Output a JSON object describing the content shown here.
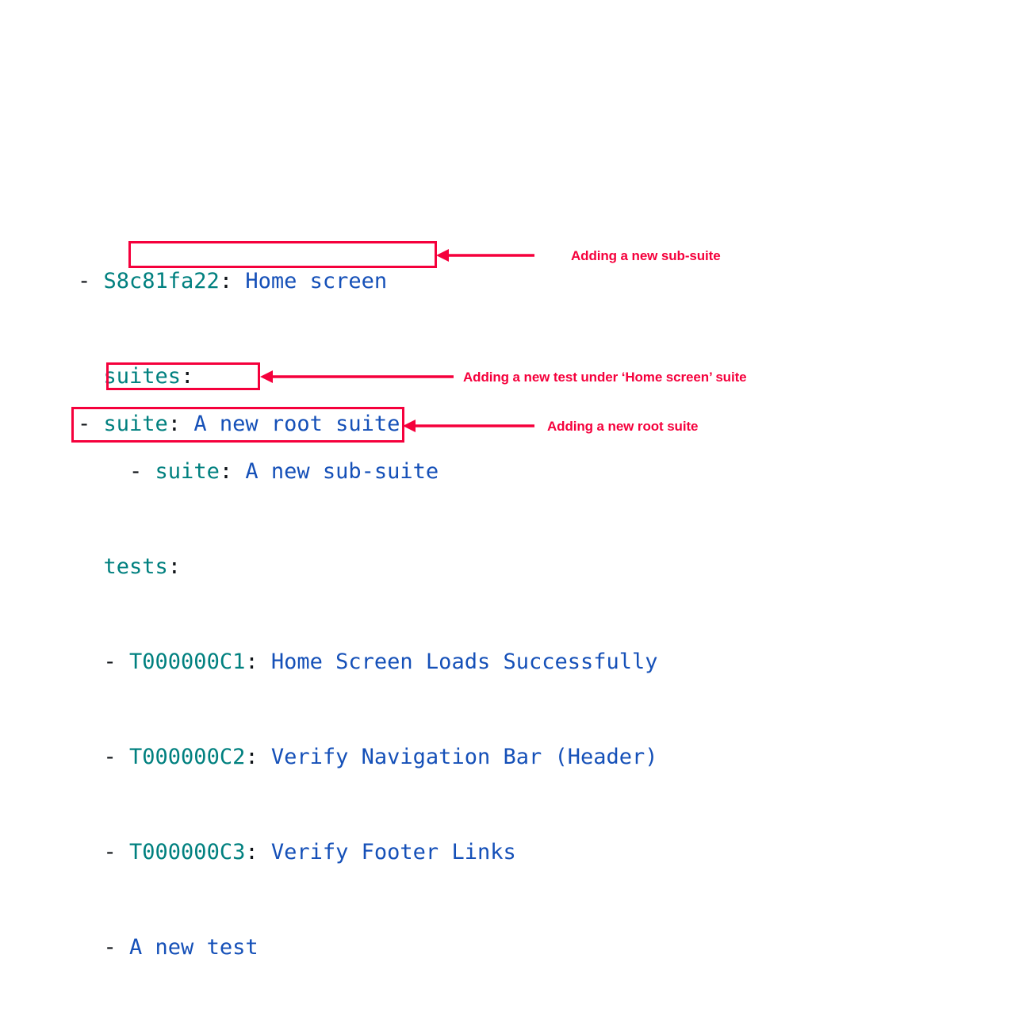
{
  "document": {
    "type": "yaml-test-suite-tree",
    "background_color": "#ffffff",
    "colors": {
      "key": "#00807f",
      "value": "#1550b8",
      "punctuation": "#101418",
      "annotation": "#f5003c"
    }
  },
  "tree": {
    "root_suite": {
      "indent_dash": "- ",
      "id": "S8c81fa22",
      "colon": ":",
      "name": " Home screen"
    },
    "suites_key": {
      "indent": "  ",
      "label": "suites",
      "colon": ":"
    },
    "sub_suite": {
      "indent": "    ",
      "dash": "- ",
      "label": "suite",
      "colon": ":",
      "name": " A new sub-suite"
    },
    "tests_key": {
      "indent": "  ",
      "label": "tests",
      "colon": ":"
    },
    "tests": [
      {
        "indent": "  ",
        "dash": "- ",
        "id": "T000000C1",
        "colon": ":",
        "name": " Home Screen Loads Successfully"
      },
      {
        "indent": "  ",
        "dash": "- ",
        "id": "T000000C2",
        "colon": ":",
        "name": " Verify Navigation Bar (Header)"
      },
      {
        "indent": "  ",
        "dash": "- ",
        "id": "T000000C3",
        "colon": ":",
        "name": " Verify Footer Links"
      }
    ],
    "new_test": {
      "indent": "  ",
      "dash": "- ",
      "name": "A new test"
    },
    "new_root_suite": {
      "dash": "- ",
      "label": "suite",
      "colon": ":",
      "name": " A new root suite"
    }
  },
  "annotations": [
    {
      "id": "sub-suite",
      "text": "Adding a new sub-suite"
    },
    {
      "id": "new-test",
      "text": "Adding a new test under ‘Home screen’ suite"
    },
    {
      "id": "root-suite",
      "text": "Adding a new root suite"
    }
  ]
}
